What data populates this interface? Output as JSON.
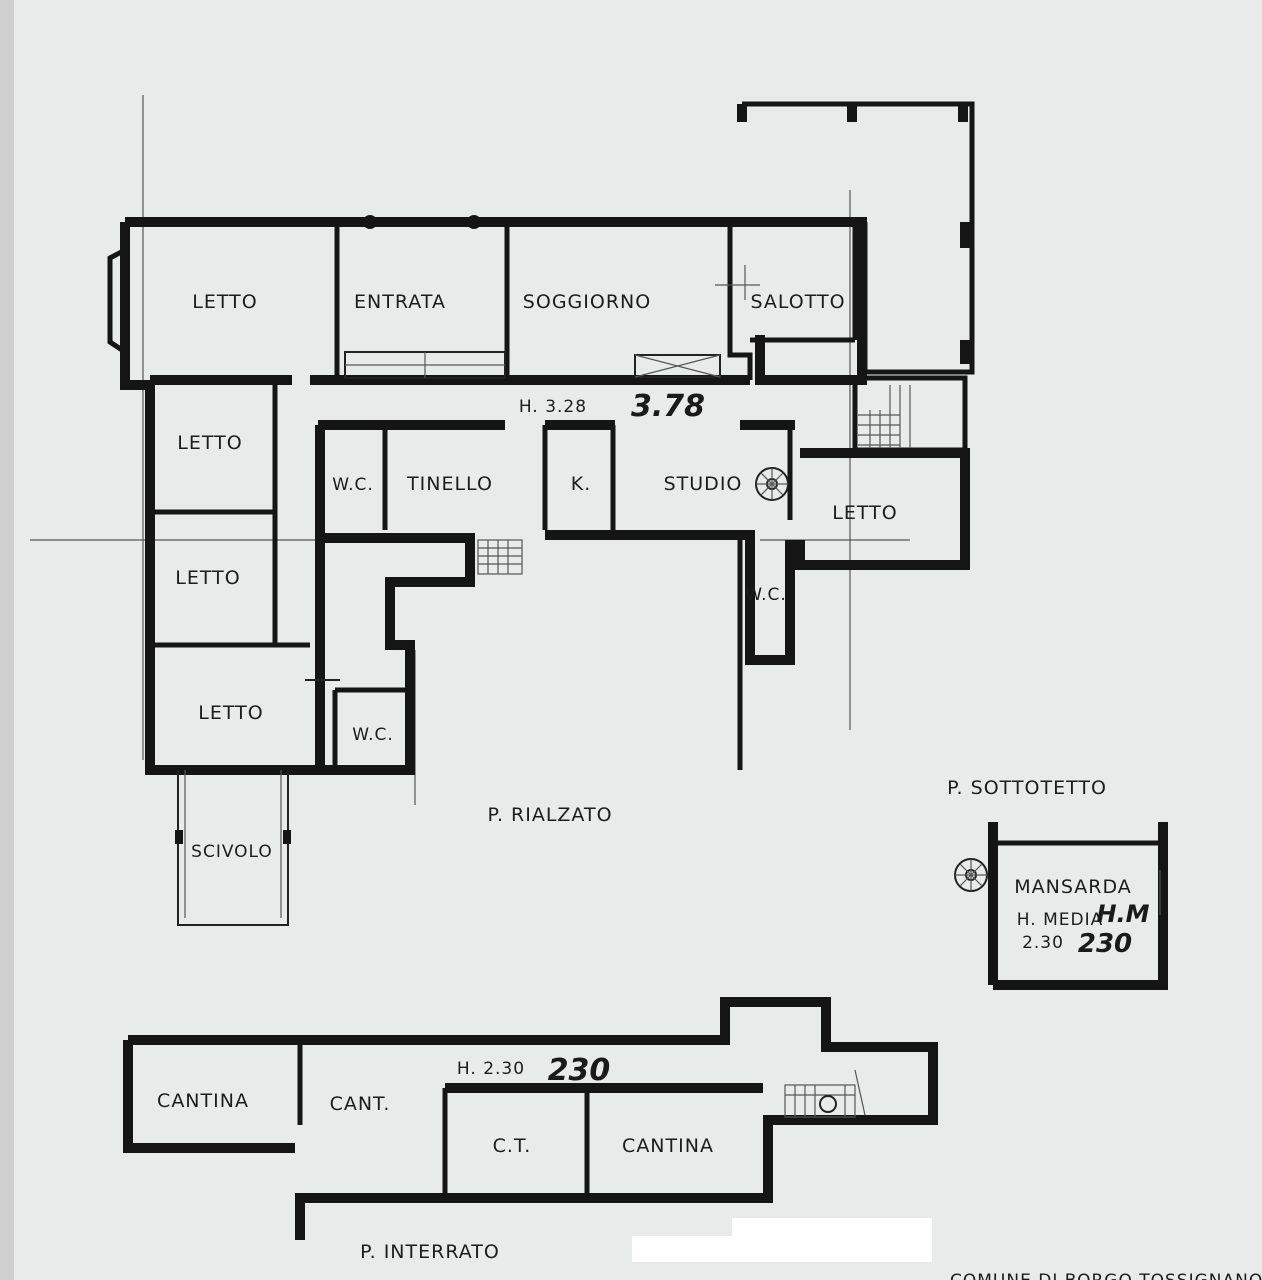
{
  "colors": {
    "paper": "#e9ebea",
    "ink": "#151515",
    "margin": "#d2d2d2"
  },
  "ground_floor": {
    "label": "P. RIALZATO",
    "height_printed": "H. 3.28",
    "height_handwritten": "3.78",
    "rooms": {
      "letto_1": "LETTO",
      "entrata": "ENTRATA",
      "soggiorno": "SOGGIORNO",
      "salotto": "SALOTTO",
      "letto_2": "LETTO",
      "wc_1": "W.C.",
      "tinello": "TINELLO",
      "kitchen": "K.",
      "studio": "STUDIO",
      "letto_3": "LETTO",
      "letto_4": "LETTO",
      "wc_2": "W.C.",
      "letto_5": "LETTO",
      "wc_3": "W.C.",
      "scivolo": "SCIVOLO"
    }
  },
  "attic": {
    "label": "P. SOTTOTETTO",
    "room": "MANSARDA",
    "height_label": "H. MEDIA",
    "height_value": "2.30",
    "handwritten_top": "H.M",
    "handwritten_value": "230"
  },
  "basement": {
    "label": "P. INTERRATO",
    "height_printed": "H. 2.30",
    "height_handwritten": "230",
    "rooms": {
      "cantina_1": "CANTINA",
      "cant": "CANT.",
      "ct": "C.T.",
      "cantina_2": "CANTINA"
    }
  },
  "footer_text": "COMUNE DI BORGO TOSSIGNANO"
}
